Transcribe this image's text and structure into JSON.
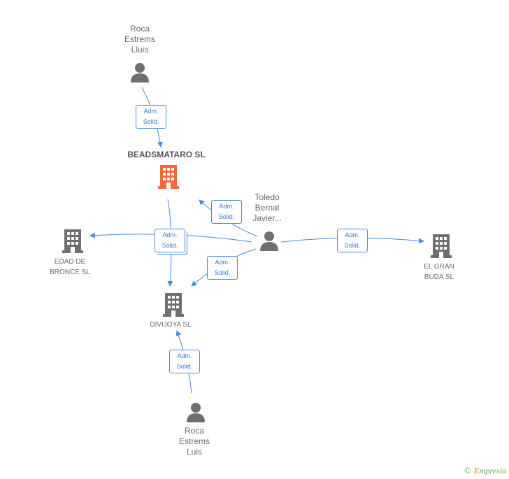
{
  "colors": {
    "edge": "#4a8ad9",
    "focus_company": "#f26a3c",
    "company": "#6f6f6f",
    "person": "#6f6f6f",
    "label": "#6b6b6b"
  },
  "nodes": {
    "roca_top": {
      "label": "Roca\nEstrems\nLluis",
      "icon": "person-icon"
    },
    "beadsmataro": {
      "label": "BEADSMATARO SL",
      "icon": "building-icon"
    },
    "toledo": {
      "label": "Toledo\nBernal\nJavier...",
      "icon": "person-icon"
    },
    "edad_bronce": {
      "label": "EDAD DE\nBRONCE SL",
      "icon": "building-icon"
    },
    "el_gran_buda": {
      "label": "EL GRAN\nBUDA SL",
      "icon": "building-icon"
    },
    "divijoya": {
      "label": "DIVIJOYA SL",
      "icon": "building-icon"
    },
    "roca_bottom": {
      "label": "Roca\nEstrems\nLuis",
      "icon": "person-icon"
    }
  },
  "relations": {
    "r1": "Adm.\nSolid.",
    "r2": "Adm.\nSolid.",
    "r3": "Adm.\nSolid.",
    "r4": "Adm.\nSolid.",
    "r5": "Adm.\nSolid.",
    "r6": "Adm.\nSolid."
  },
  "footer": {
    "copyright": "©",
    "brand_first": "E",
    "brand_rest": "mpresia"
  }
}
